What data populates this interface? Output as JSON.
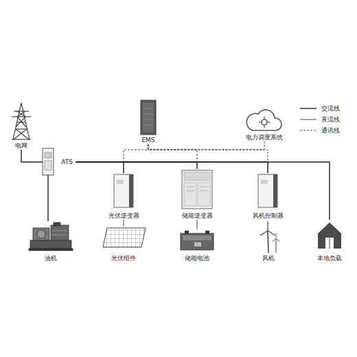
{
  "diagram": {
    "nodes": [
      {
        "text": [
          "电网"
        ]
      },
      {
        "text": [
          "ATS"
        ]
      },
      {
        "text": [
          "油机"
        ]
      },
      {
        "text": [
          "EMS"
        ]
      },
      {
        "text": [
          "电力调度系统"
        ]
      },
      {
        "text": [
          "光伏逆变器"
        ]
      },
      {
        "text": [
          "储能逆变器"
        ]
      },
      {
        "text": [
          "风机控制器"
        ]
      },
      {
        "text": [
          "光伏组件"
        ]
      },
      {
        "text": [
          "储能电池"
        ]
      },
      {
        "text": [
          "风机"
        ]
      },
      {
        "text": [
          "本地负载"
        ]
      }
    ],
    "edges": [
      {
        "from": 0,
        "to": 1,
        "arrow": "none"
      },
      {
        "from": 1,
        "to": 2,
        "arrow": "none"
      },
      {
        "from": 1,
        "to": 5,
        "arrow": "none"
      },
      {
        "from": 1,
        "to": 6,
        "arrow": "none"
      },
      {
        "from": 1,
        "to": 7,
        "arrow": "none"
      },
      {
        "from": 1,
        "to": 11,
        "arrow": "none"
      },
      {
        "from": 5,
        "to": 8,
        "arrow": "none"
      },
      {
        "from": 6,
        "to": 9,
        "arrow": "none"
      },
      {
        "from": 7,
        "to": 10,
        "arrow": "none"
      },
      {
        "from": 3,
        "to": 5,
        "arrow": "none"
      },
      {
        "from": 3,
        "to": 6,
        "arrow": "none"
      },
      {
        "from": 3,
        "to": 7,
        "arrow": "none"
      },
      {
        "from": 4,
        "to": 3,
        "arrow": "none"
      }
    ],
    "legend": [
      {
        "text": "交流线"
      },
      {
        "text": "直流线"
      },
      {
        "text": "通讯线"
      }
    ]
  }
}
